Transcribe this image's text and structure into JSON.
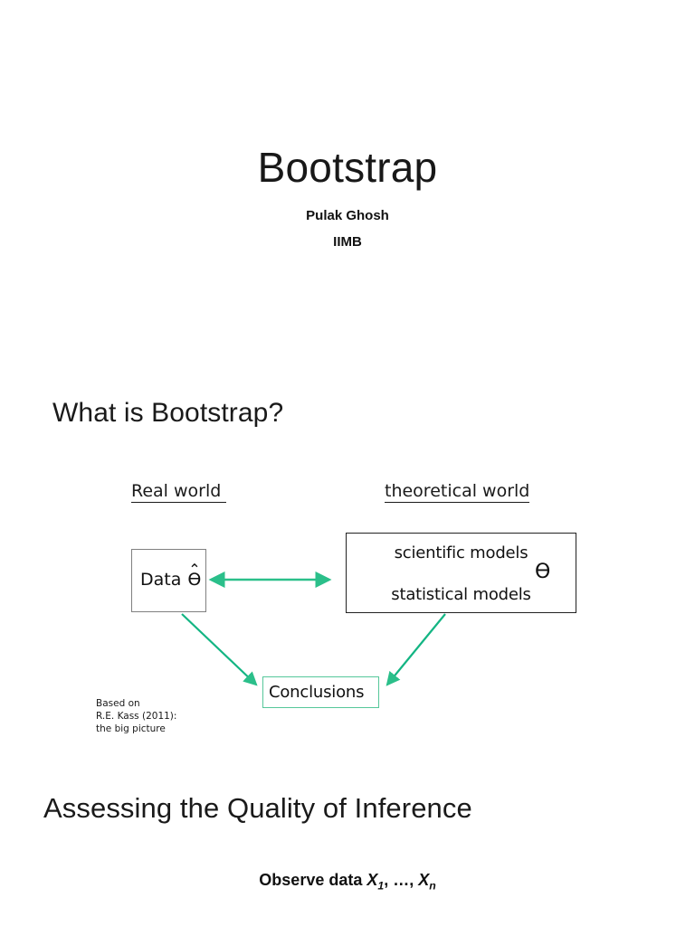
{
  "slide_title": {
    "title": "Bootstrap",
    "author": "Pulak Ghosh",
    "affiliation": "IIMB"
  },
  "slide_what_is": {
    "heading": "What is Bootstrap?",
    "diagram": {
      "left_column_label": "Real world ",
      "right_column_label": "theoretical world",
      "data_box": {
        "label": "Data",
        "symbol": "Ө",
        "hat": "⌃"
      },
      "models_box": {
        "line_top": "scientific models",
        "line_bottom": "statistical models"
      },
      "free_symbol": "Ө",
      "conclusions_box": {
        "label": "Conclusions"
      },
      "credit": "Based on\nR.E. Kass (2011):\nthe big picture",
      "arrow_color": "#2bbf8a",
      "conclusions_border_color": "#55c79a",
      "data_border_color": "#808080",
      "models_border_color": "#222222"
    }
  },
  "slide_assessing": {
    "heading": "Assessing the Quality of Inference",
    "observe_prefix": "Observe data ",
    "observe_var1": "X",
    "observe_sub1": "1",
    "observe_sep": ", …, ",
    "observe_var2": "X",
    "observe_sub2": "n"
  }
}
